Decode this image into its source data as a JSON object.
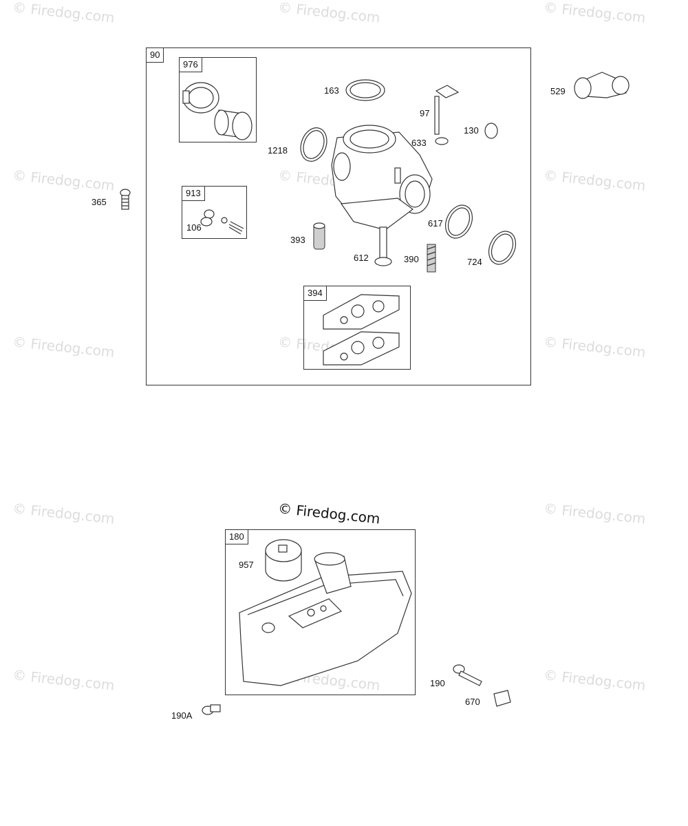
{
  "watermark": {
    "text": "© Firedog.com"
  },
  "upper_assembly": {
    "id": "90",
    "kits": [
      {
        "id": "976"
      },
      {
        "id": "913"
      },
      {
        "id": "394"
      }
    ],
    "parts": [
      "163",
      "97",
      "130",
      "633",
      "1218",
      "106",
      "617",
      "393",
      "612",
      "390",
      "724"
    ]
  },
  "outside_upper": [
    "529",
    "365"
  ],
  "lower_assembly": {
    "id": "180",
    "parts": [
      "957"
    ]
  },
  "outside_lower": [
    "190",
    "670",
    "190A"
  ]
}
